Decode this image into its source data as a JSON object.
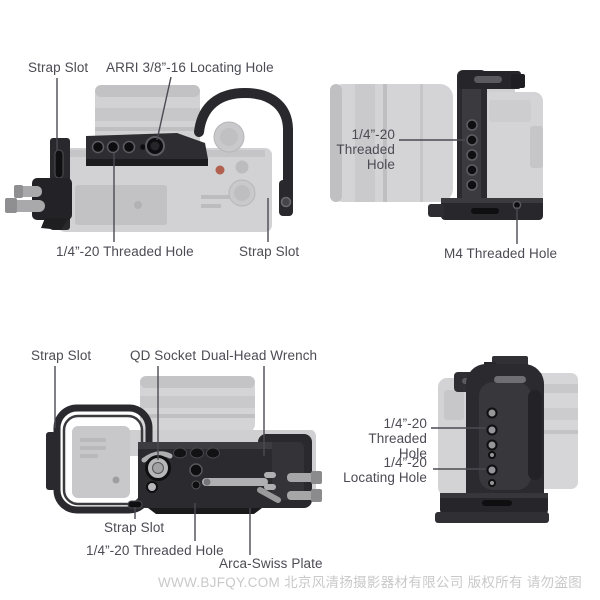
{
  "labels": {
    "top_view": {
      "strap_slot_top": "Strap Slot",
      "arri_locating_hole": "ARRI 3/8”-16 Locating Hole",
      "threaded_hole": "1/4”-20 Threaded Hole",
      "strap_slot_bottom": "Strap Slot"
    },
    "right_side_view": {
      "threaded_hole_l1": "1/4”-20",
      "threaded_hole_l2": "Threaded Hole",
      "m4_threaded_hole": "M4 Threaded Hole"
    },
    "bottom_view": {
      "strap_slot_top": "Strap Slot",
      "qd_socket": "QD Socket",
      "dual_head_wrench": "Dual-Head Wrench",
      "strap_slot_bottom": "Strap Slot",
      "threaded_hole": "1/4”-20 Threaded Hole",
      "arca_swiss_plate": "Arca-Swiss Plate"
    },
    "left_side_view": {
      "threaded_hole_l1": "1/4”-20",
      "threaded_hole_l2": "Threaded Hole",
      "locating_hole_l1": "1/4”-20",
      "locating_hole_l2": "Locating Hole"
    }
  },
  "watermark": "WWW.BJFQY.COM 北京风清扬摄影器材有限公司 版权所有 请勿盗图",
  "colors": {
    "label_text": "#4b4b54",
    "leader_line": "#4a4a52",
    "cage_dark": "#2a2a2e",
    "ghost_gray": "#d3d3d5",
    "record_dot_red": "#b2604f",
    "watermark_gray": "#c9c9c9"
  }
}
